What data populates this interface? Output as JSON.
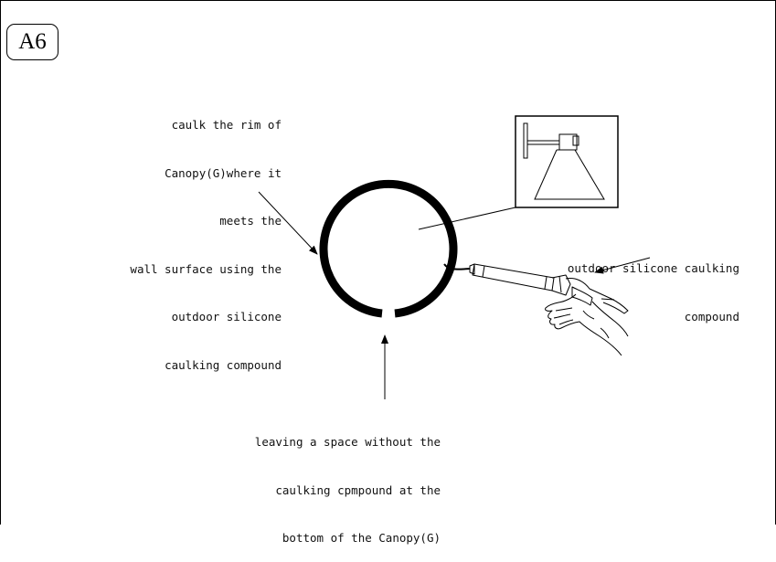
{
  "step": {
    "label": "A6"
  },
  "labels": {
    "caulk_rim": [
      "caulk the rim of",
      "Canopy(G)where it",
      "meets the",
      "wall surface using the",
      "outdoor silicone",
      "caulking compound"
    ],
    "compound": [
      "outdoor silicone caulking",
      "compound"
    ],
    "gap": [
      "leaving a space without the",
      "caulking cpmpound at the",
      "bottom of the Canopy(G)"
    ]
  }
}
